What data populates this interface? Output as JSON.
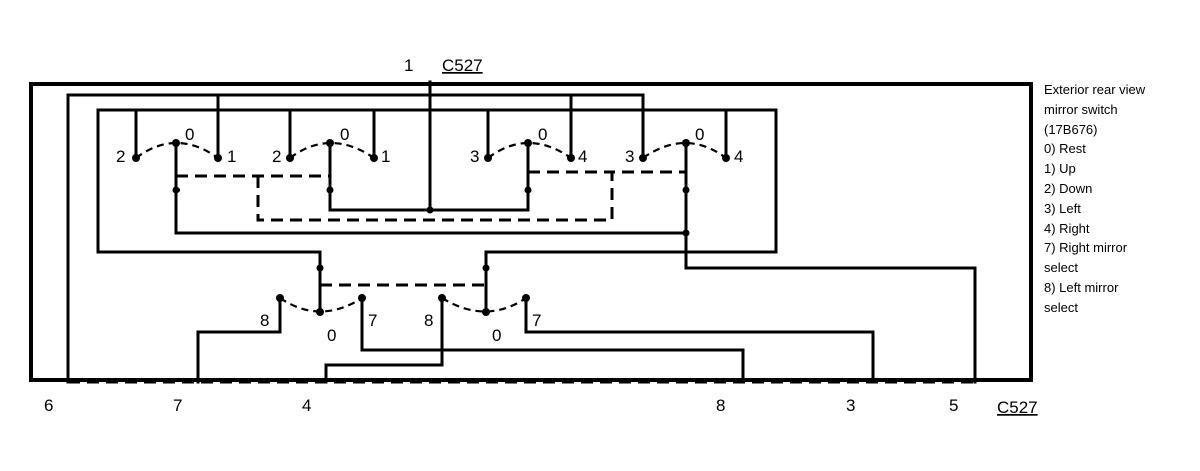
{
  "connector_top": {
    "pin": "1",
    "name": "C527"
  },
  "connector_bottom": {
    "name": "C527",
    "pins": [
      "6",
      "7",
      "4",
      "8",
      "3",
      "5"
    ]
  },
  "legend": [
    "Exterior rear view",
    "mirror switch",
    "(17B676)",
    "0) Rest",
    "1) Up",
    "2) Down",
    "3) Left",
    "4) Right",
    "7) Right mirror",
    "select",
    "8) Left mirror",
    "select"
  ],
  "switches_upper": [
    {
      "left": "2",
      "mid": "0",
      "right": "1"
    },
    {
      "left": "2",
      "mid": "0",
      "right": "1"
    },
    {
      "left": "3",
      "mid": "0",
      "right": "4"
    },
    {
      "left": "3",
      "mid": "0",
      "right": "4"
    }
  ],
  "switches_lower": [
    {
      "left": "8",
      "mid": "0",
      "right": "7"
    },
    {
      "left": "8",
      "mid": "0",
      "right": "7"
    }
  ]
}
